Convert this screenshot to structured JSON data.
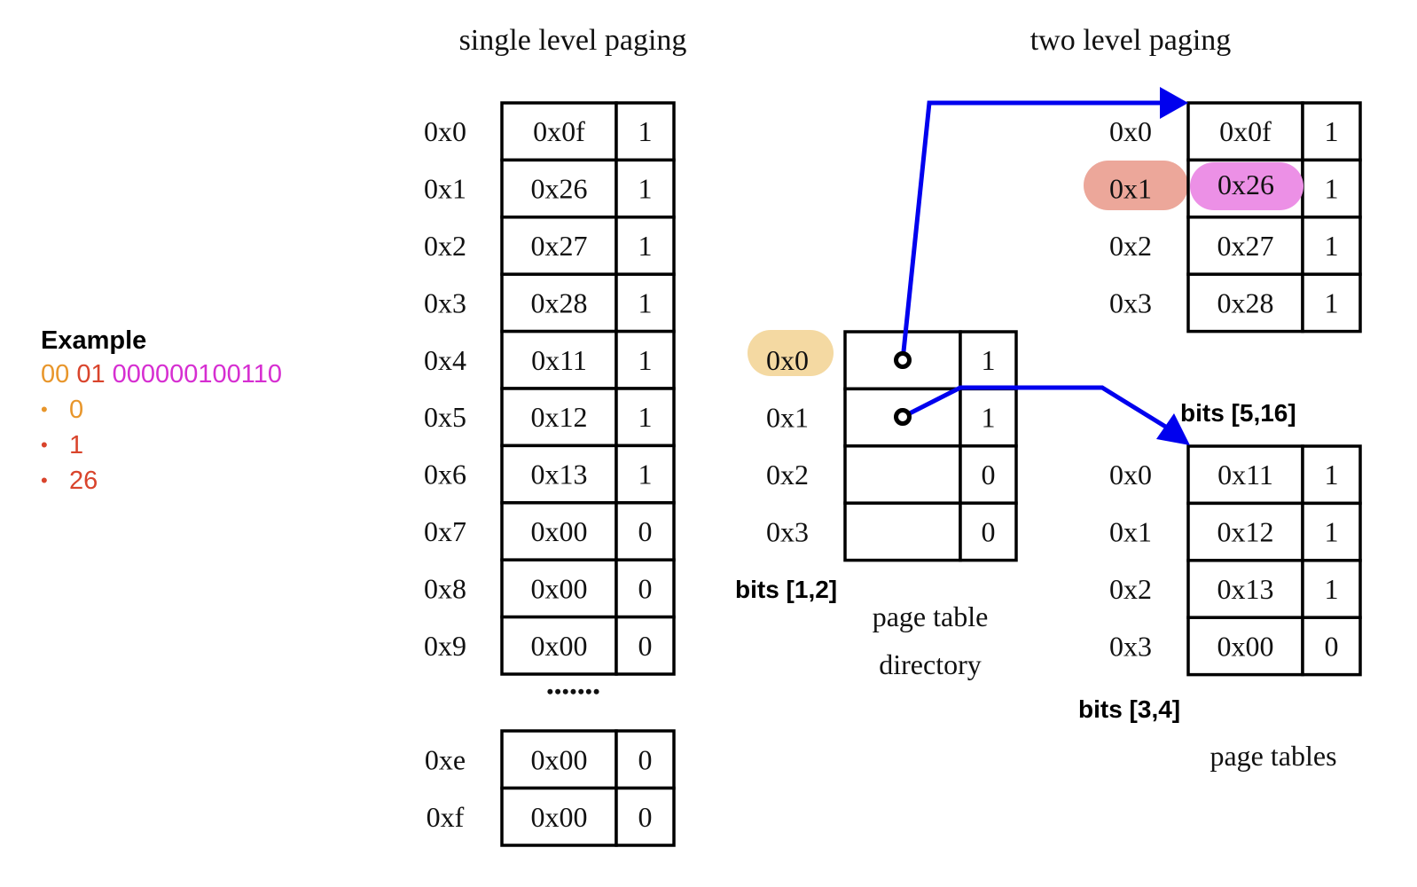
{
  "colors": {
    "orange": "#e8962b",
    "red": "#d9442c",
    "magenta": "#d62ed1",
    "arrow_blue": "#0000ee",
    "highlight_orange": "#f4d9a2",
    "highlight_red": "#eca79a",
    "highlight_pink": "#ec90e6"
  },
  "example": {
    "title": "Example",
    "bits": [
      {
        "text": "00",
        "color": "orange"
      },
      {
        "text": "01",
        "color": "red"
      },
      {
        "text": "000000100110",
        "color": "magenta"
      }
    ],
    "results": [
      {
        "text": "0",
        "color": "orange"
      },
      {
        "text": "1",
        "color": "red"
      },
      {
        "text": "26",
        "color": "red"
      }
    ]
  },
  "single_level": {
    "title": "single level paging",
    "rows": [
      {
        "index": "0x0",
        "frame": "0x0f",
        "valid": "1"
      },
      {
        "index": "0x1",
        "frame": "0x26",
        "valid": "1"
      },
      {
        "index": "0x2",
        "frame": "0x27",
        "valid": "1"
      },
      {
        "index": "0x3",
        "frame": "0x28",
        "valid": "1"
      },
      {
        "index": "0x4",
        "frame": "0x11",
        "valid": "1"
      },
      {
        "index": "0x5",
        "frame": "0x12",
        "valid": "1"
      },
      {
        "index": "0x6",
        "frame": "0x13",
        "valid": "1"
      },
      {
        "index": "0x7",
        "frame": "0x00",
        "valid": "0"
      },
      {
        "index": "0x8",
        "frame": "0x00",
        "valid": "0"
      },
      {
        "index": "0x9",
        "frame": "0x00",
        "valid": "0"
      }
    ],
    "ellipsis": "•••••••",
    "tail_rows": [
      {
        "index": "0xe",
        "frame": "0x00",
        "valid": "0"
      },
      {
        "index": "0xf",
        "frame": "0x00",
        "valid": "0"
      }
    ]
  },
  "two_level": {
    "title": "two level paging",
    "directory": {
      "label_line1": "page table",
      "label_line2": "directory",
      "bits_label": "bits [1,2]",
      "rows": [
        {
          "index": "0x0",
          "pointer": true,
          "valid": "1"
        },
        {
          "index": "0x1",
          "pointer": true,
          "valid": "1"
        },
        {
          "index": "0x2",
          "pointer": false,
          "valid": "0"
        },
        {
          "index": "0x3",
          "pointer": false,
          "valid": "0"
        }
      ]
    },
    "table_top": {
      "rows": [
        {
          "index": "0x0",
          "frame": "0x0f",
          "valid": "1"
        },
        {
          "index": "0x1",
          "frame": "0x26",
          "valid": "1"
        },
        {
          "index": "0x2",
          "frame": "0x27",
          "valid": "1"
        },
        {
          "index": "0x3",
          "frame": "0x28",
          "valid": "1"
        }
      ]
    },
    "table_bottom": {
      "bits_label": "bits [5,16]",
      "rows": [
        {
          "index": "0x0",
          "frame": "0x11",
          "valid": "1"
        },
        {
          "index": "0x1",
          "frame": "0x12",
          "valid": "1"
        },
        {
          "index": "0x2",
          "frame": "0x13",
          "valid": "1"
        },
        {
          "index": "0x3",
          "frame": "0x00",
          "valid": "0"
        }
      ]
    },
    "bits_label_34": "bits [3,4]",
    "page_tables_label": "page tables"
  }
}
